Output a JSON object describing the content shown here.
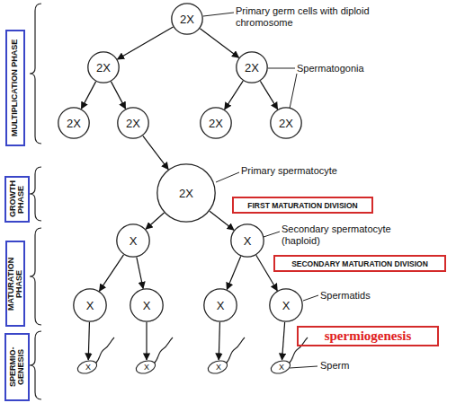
{
  "diagram": {
    "nodes": [
      {
        "text": [
          "2X"
        ]
      },
      {
        "text": [
          "2X"
        ]
      },
      {
        "text": [
          "2X"
        ]
      },
      {
        "text": [
          "2X"
        ]
      },
      {
        "text": [
          "2X"
        ]
      },
      {
        "text": [
          "2X"
        ]
      },
      {
        "text": [
          "2X"
        ]
      },
      {
        "text": [
          "2X"
        ]
      },
      {
        "text": [
          "X"
        ]
      },
      {
        "text": [
          "X"
        ]
      },
      {
        "text": [
          "X"
        ]
      },
      {
        "text": [
          "X"
        ]
      },
      {
        "text": [
          "X"
        ]
      },
      {
        "text": [
          "X"
        ]
      },
      {
        "text": [
          "X"
        ]
      },
      {
        "text": [
          "X"
        ]
      },
      {
        "text": [
          "X"
        ]
      },
      {
        "text": [
          "X"
        ]
      },
      {
        "text": [
          "MULTIPLICATION PHASE"
        ]
      },
      {
        "text": [
          "GROWTH PHASE"
        ]
      },
      {
        "text": [
          "MATURATION PHASE"
        ]
      },
      {
        "text": [
          "SPERMIO- GENESIS"
        ]
      },
      {
        "text": [
          "FIRST MATURATION DIVISION"
        ]
      },
      {
        "text": [
          "SECONDARY MATURATION DIVISION"
        ]
      },
      {
        "text": [
          "spermiogenesis"
        ]
      }
    ],
    "edges": [
      {
        "from": 0,
        "to": 1,
        "arrow": "to"
      },
      {
        "from": 0,
        "to": 2,
        "arrow": "to"
      },
      {
        "from": 1,
        "to": 3,
        "arrow": "to"
      },
      {
        "from": 1,
        "to": 4,
        "arrow": "to"
      },
      {
        "from": 2,
        "to": 5,
        "arrow": "to"
      },
      {
        "from": 2,
        "to": 6,
        "arrow": "to"
      },
      {
        "from": 4,
        "to": 7,
        "arrow": "to"
      },
      {
        "from": 7,
        "to": 8,
        "arrow": "to"
      },
      {
        "from": 7,
        "to": 9,
        "arrow": "to"
      },
      {
        "from": 8,
        "to": 10,
        "arrow": "to"
      },
      {
        "from": 8,
        "to": 11,
        "arrow": "to"
      },
      {
        "from": 9,
        "to": 12,
        "arrow": "to"
      },
      {
        "from": 9,
        "to": 13,
        "arrow": "to"
      },
      {
        "from": 10,
        "to": 14,
        "arrow": "to"
      },
      {
        "from": 11,
        "to": 15,
        "arrow": "to"
      },
      {
        "from": 12,
        "to": 16,
        "arrow": "to"
      },
      {
        "from": 13,
        "to": 17,
        "arrow": "to"
      }
    ],
    "labels": [
      "Primary germ cells with diploid chromosome",
      "Spermatogonia",
      "Primary spermatocyte",
      "Secondary spermatocyte (haploid)",
      "Spermatids",
      "Sperm"
    ]
  }
}
